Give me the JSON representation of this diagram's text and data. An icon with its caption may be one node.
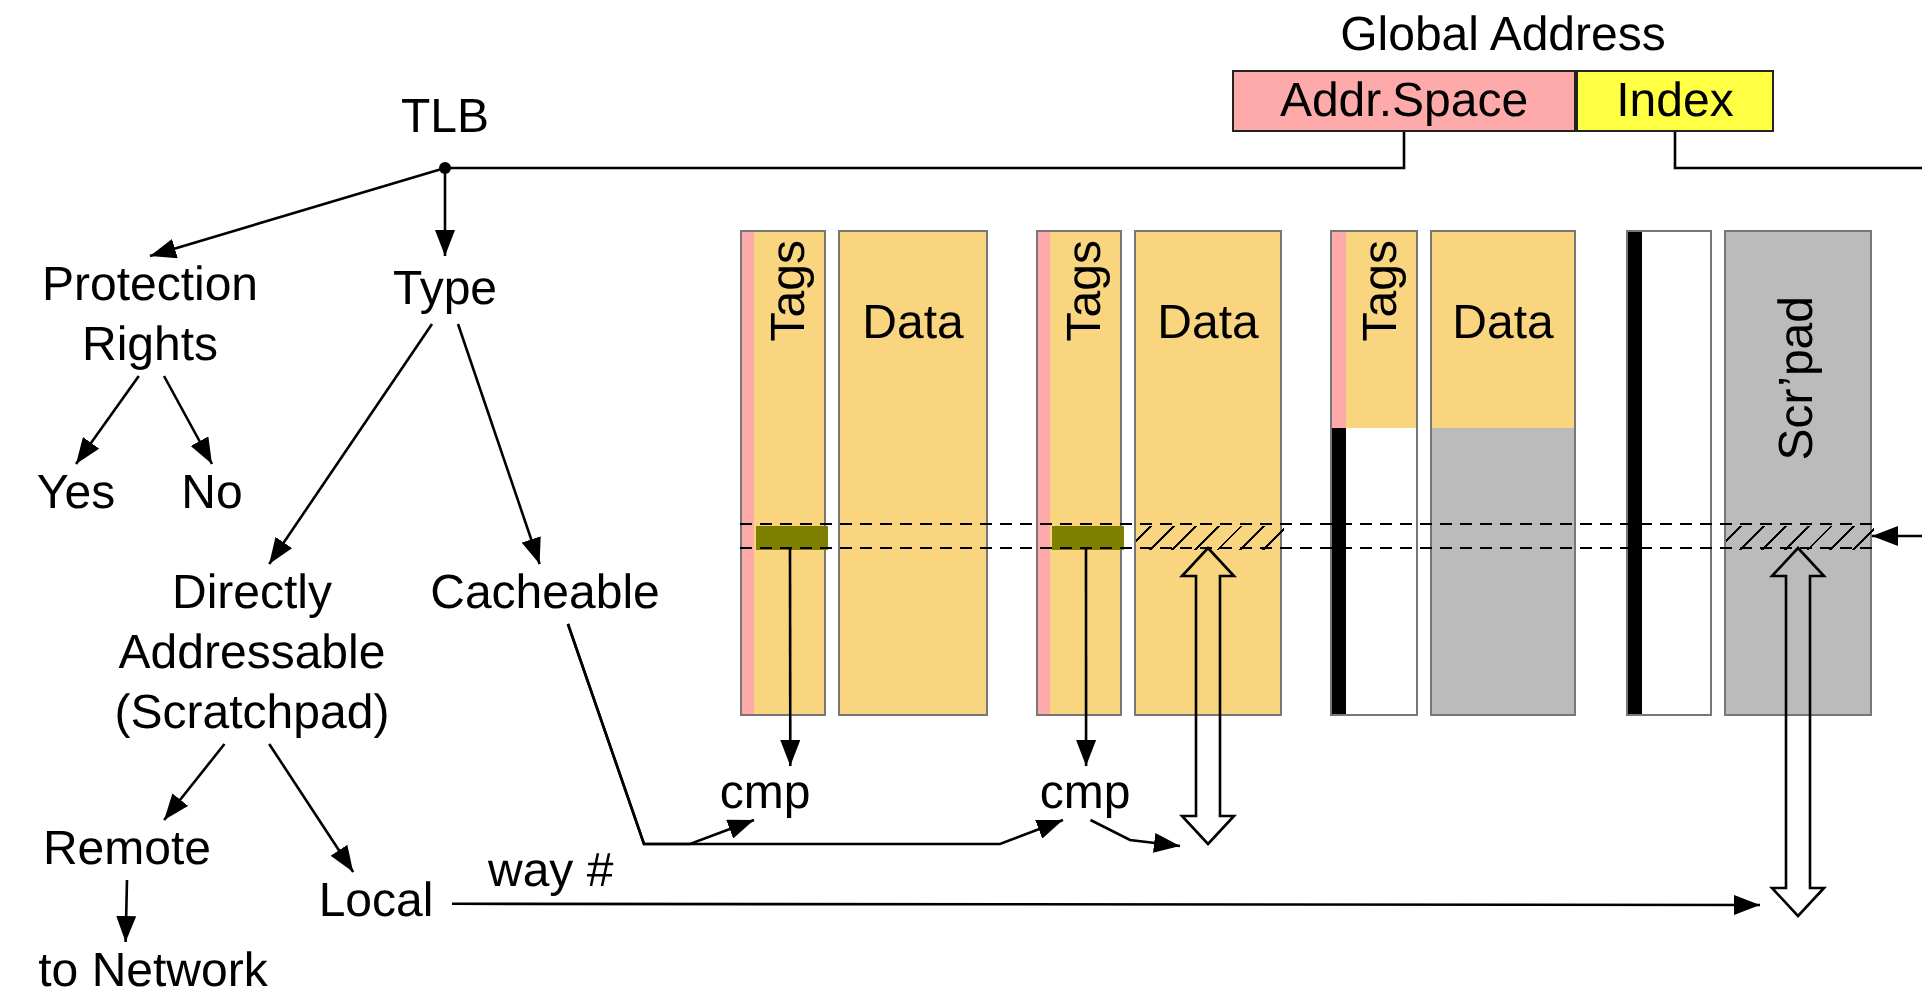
{
  "diagram": {
    "nodes": [
      {
        "text": [
          "Global Address"
        ]
      },
      {
        "text": [
          "Addr.Space"
        ],
        "in": 0
      },
      {
        "text": [
          "Index"
        ],
        "in": 0
      },
      {
        "text": [
          "TLB"
        ]
      },
      {
        "text": [
          "Protection Rights"
        ]
      },
      {
        "text": [
          "Type"
        ]
      },
      {
        "text": [
          "Yes"
        ]
      },
      {
        "text": [
          "No"
        ]
      },
      {
        "text": [
          "Directly Addressable (Scratchpad)"
        ]
      },
      {
        "text": [
          "Cacheable"
        ]
      },
      {
        "text": [
          "Remote"
        ]
      },
      {
        "text": [
          "Local"
        ]
      },
      {
        "text": [
          "to Network"
        ]
      },
      {
        "text": [
          "Tags"
        ]
      },
      {
        "text": [],
        "shape": "bar",
        "in": 13
      },
      {
        "text": [
          "Data"
        ]
      },
      {
        "text": [
          "Tags"
        ]
      },
      {
        "text": [],
        "shape": "bar",
        "in": 16
      },
      {
        "text": [
          "Data"
        ]
      },
      {
        "text": [],
        "shape": "bar",
        "in": 18
      },
      {
        "text": [
          "Tags"
        ]
      },
      {
        "text": [
          "Data"
        ]
      },
      {
        "text": [],
        "shape": "box"
      },
      {
        "text": [
          "Scr’pad"
        ]
      },
      {
        "text": [],
        "shape": "bar",
        "in": 23
      },
      {
        "text": [
          "cmp"
        ]
      },
      {
        "text": [
          "cmp"
        ]
      }
    ],
    "edges": [
      {
        "from": 1,
        "to": 3,
        "arrow": "other"
      },
      {
        "from": 2,
        "to": null,
        "arrow": "none"
      },
      {
        "from": 3,
        "to": 4,
        "arrow": "to"
      },
      {
        "from": 3,
        "to": 5,
        "arrow": "to"
      },
      {
        "from": 4,
        "to": 6,
        "arrow": "to"
      },
      {
        "from": 4,
        "to": 7,
        "arrow": "to"
      },
      {
        "from": 5,
        "to": 8,
        "arrow": "to"
      },
      {
        "from": 5,
        "to": 9,
        "arrow": "to"
      },
      {
        "from": 8,
        "to": 10,
        "arrow": "to"
      },
      {
        "from": 8,
        "to": 11,
        "arrow": "to"
      },
      {
        "from": 10,
        "to": 12,
        "arrow": "to"
      },
      {
        "from": 9,
        "to": 25,
        "arrow": "to"
      },
      {
        "from": 9,
        "to": 26,
        "arrow": "to"
      },
      {
        "from": 14,
        "to": 25,
        "arrow": "to"
      },
      {
        "from": 17,
        "to": 26,
        "arrow": "to"
      },
      {
        "from": 19,
        "to": null,
        "arrow": "both",
        "style": "thick"
      },
      {
        "from": 26,
        "to": null,
        "arrow": "to"
      },
      {
        "from": 11,
        "to": null,
        "arrow": "to",
        "label": "way #"
      },
      {
        "from": 24,
        "to": null,
        "arrow": "both",
        "style": "thick"
      },
      {
        "from": null,
        "to": 24,
        "arrow": "to"
      }
    ]
  }
}
